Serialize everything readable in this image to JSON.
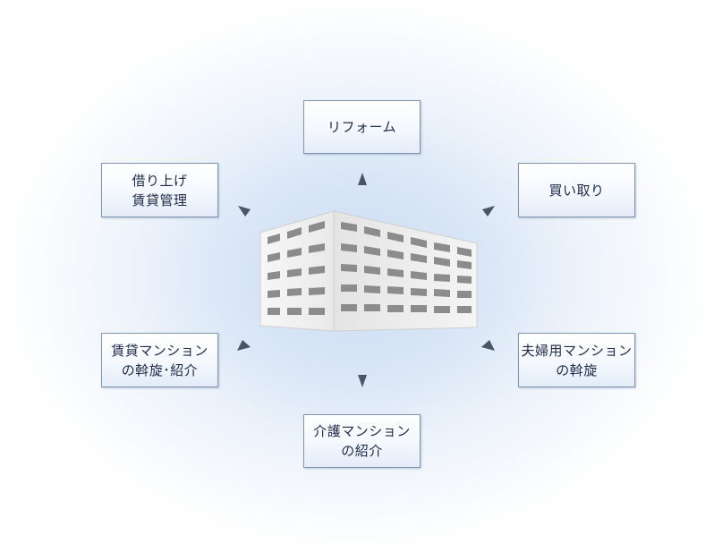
{
  "services": {
    "reform": {
      "lines": [
        "リフォーム"
      ]
    },
    "purchase": {
      "lines": [
        "買い取り"
      ]
    },
    "sublease": {
      "lines": [
        "借り上げ",
        "賃貸管理"
      ]
    },
    "rental_mansion": {
      "lines": [
        "賃貸マンション",
        "の斡旋･紹介"
      ]
    },
    "couple_mansion": {
      "lines": [
        "夫婦用マンション",
        "の斡旋"
      ]
    },
    "care_mansion": {
      "lines": [
        "介護マンション",
        "の紹介"
      ]
    }
  },
  "center": {
    "icon": "office-building-icon"
  },
  "colors": {
    "box_border": "#7f95b2",
    "text": "#1d2a4a",
    "arrow": "#4a5566",
    "glow": "#c9dbf2"
  }
}
